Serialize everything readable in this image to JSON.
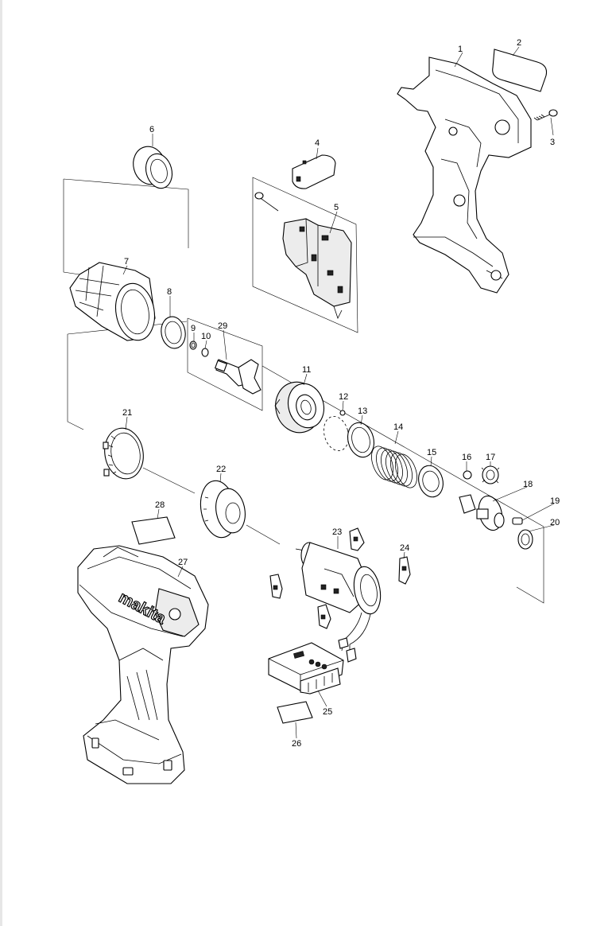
{
  "brand_text": "makita",
  "parts": [
    {
      "num": "1"
    },
    {
      "num": "2"
    },
    {
      "num": "3"
    },
    {
      "num": "4"
    },
    {
      "num": "5"
    },
    {
      "num": "6"
    },
    {
      "num": "7"
    },
    {
      "num": "8"
    },
    {
      "num": "9"
    },
    {
      "num": "10"
    },
    {
      "num": "11"
    },
    {
      "num": "12"
    },
    {
      "num": "13"
    },
    {
      "num": "14"
    },
    {
      "num": "15"
    },
    {
      "num": "16"
    },
    {
      "num": "17"
    },
    {
      "num": "18"
    },
    {
      "num": "19"
    },
    {
      "num": "20"
    },
    {
      "num": "21"
    },
    {
      "num": "22"
    },
    {
      "num": "23"
    },
    {
      "num": "24"
    },
    {
      "num": "25"
    },
    {
      "num": "26"
    },
    {
      "num": "27"
    },
    {
      "num": "28"
    },
    {
      "num": "29"
    }
  ]
}
